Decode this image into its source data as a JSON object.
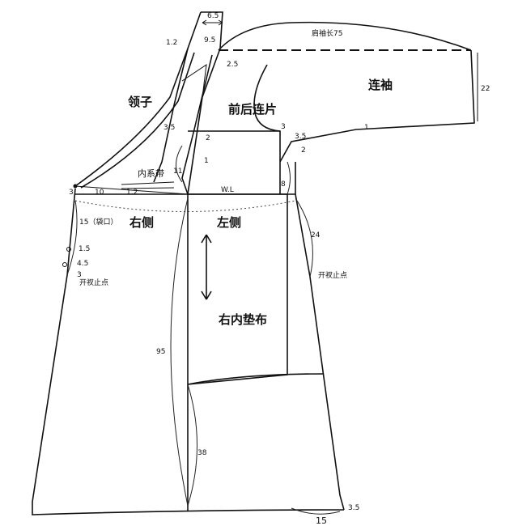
{
  "labels": {
    "lianxiu": "连袖",
    "qianhou": "前后连片",
    "lingzi": "领子",
    "neixidai": "内系带",
    "youce": "右侧",
    "zuoce": "左侧",
    "youneidianbu": "右内垫布",
    "kaichazhidian_left": "开衩止点",
    "kaichazhidian_right": "开衩止点",
    "wl": "W.L",
    "jianxiuchang": "肩袖长75",
    "daikou": "15（袋口）"
  },
  "dimensions": {
    "d_65": "6.5",
    "d_95_top": "9.5",
    "d_12_top": "1.2",
    "d_25": "2.5",
    "d_22": "22",
    "d_1_sleeve": "1",
    "d_3_armpit": "3",
    "d_35_armpit": "3.5",
    "d_2_armpit": "2",
    "d_35_collar": "3.5",
    "d_2_collar": "2",
    "d_1_collar": "1",
    "d_11": "11",
    "d_8": "8",
    "d_3_left": "3",
    "d_10": "10",
    "d_12_bottom": "1.2",
    "d_15": "1.5",
    "d_45": "4.5",
    "d_3_side": "3",
    "d_24": "24",
    "d_95": "95",
    "d_38": "38",
    "d_15_hem": "15",
    "d_35_hem": "3.5"
  }
}
